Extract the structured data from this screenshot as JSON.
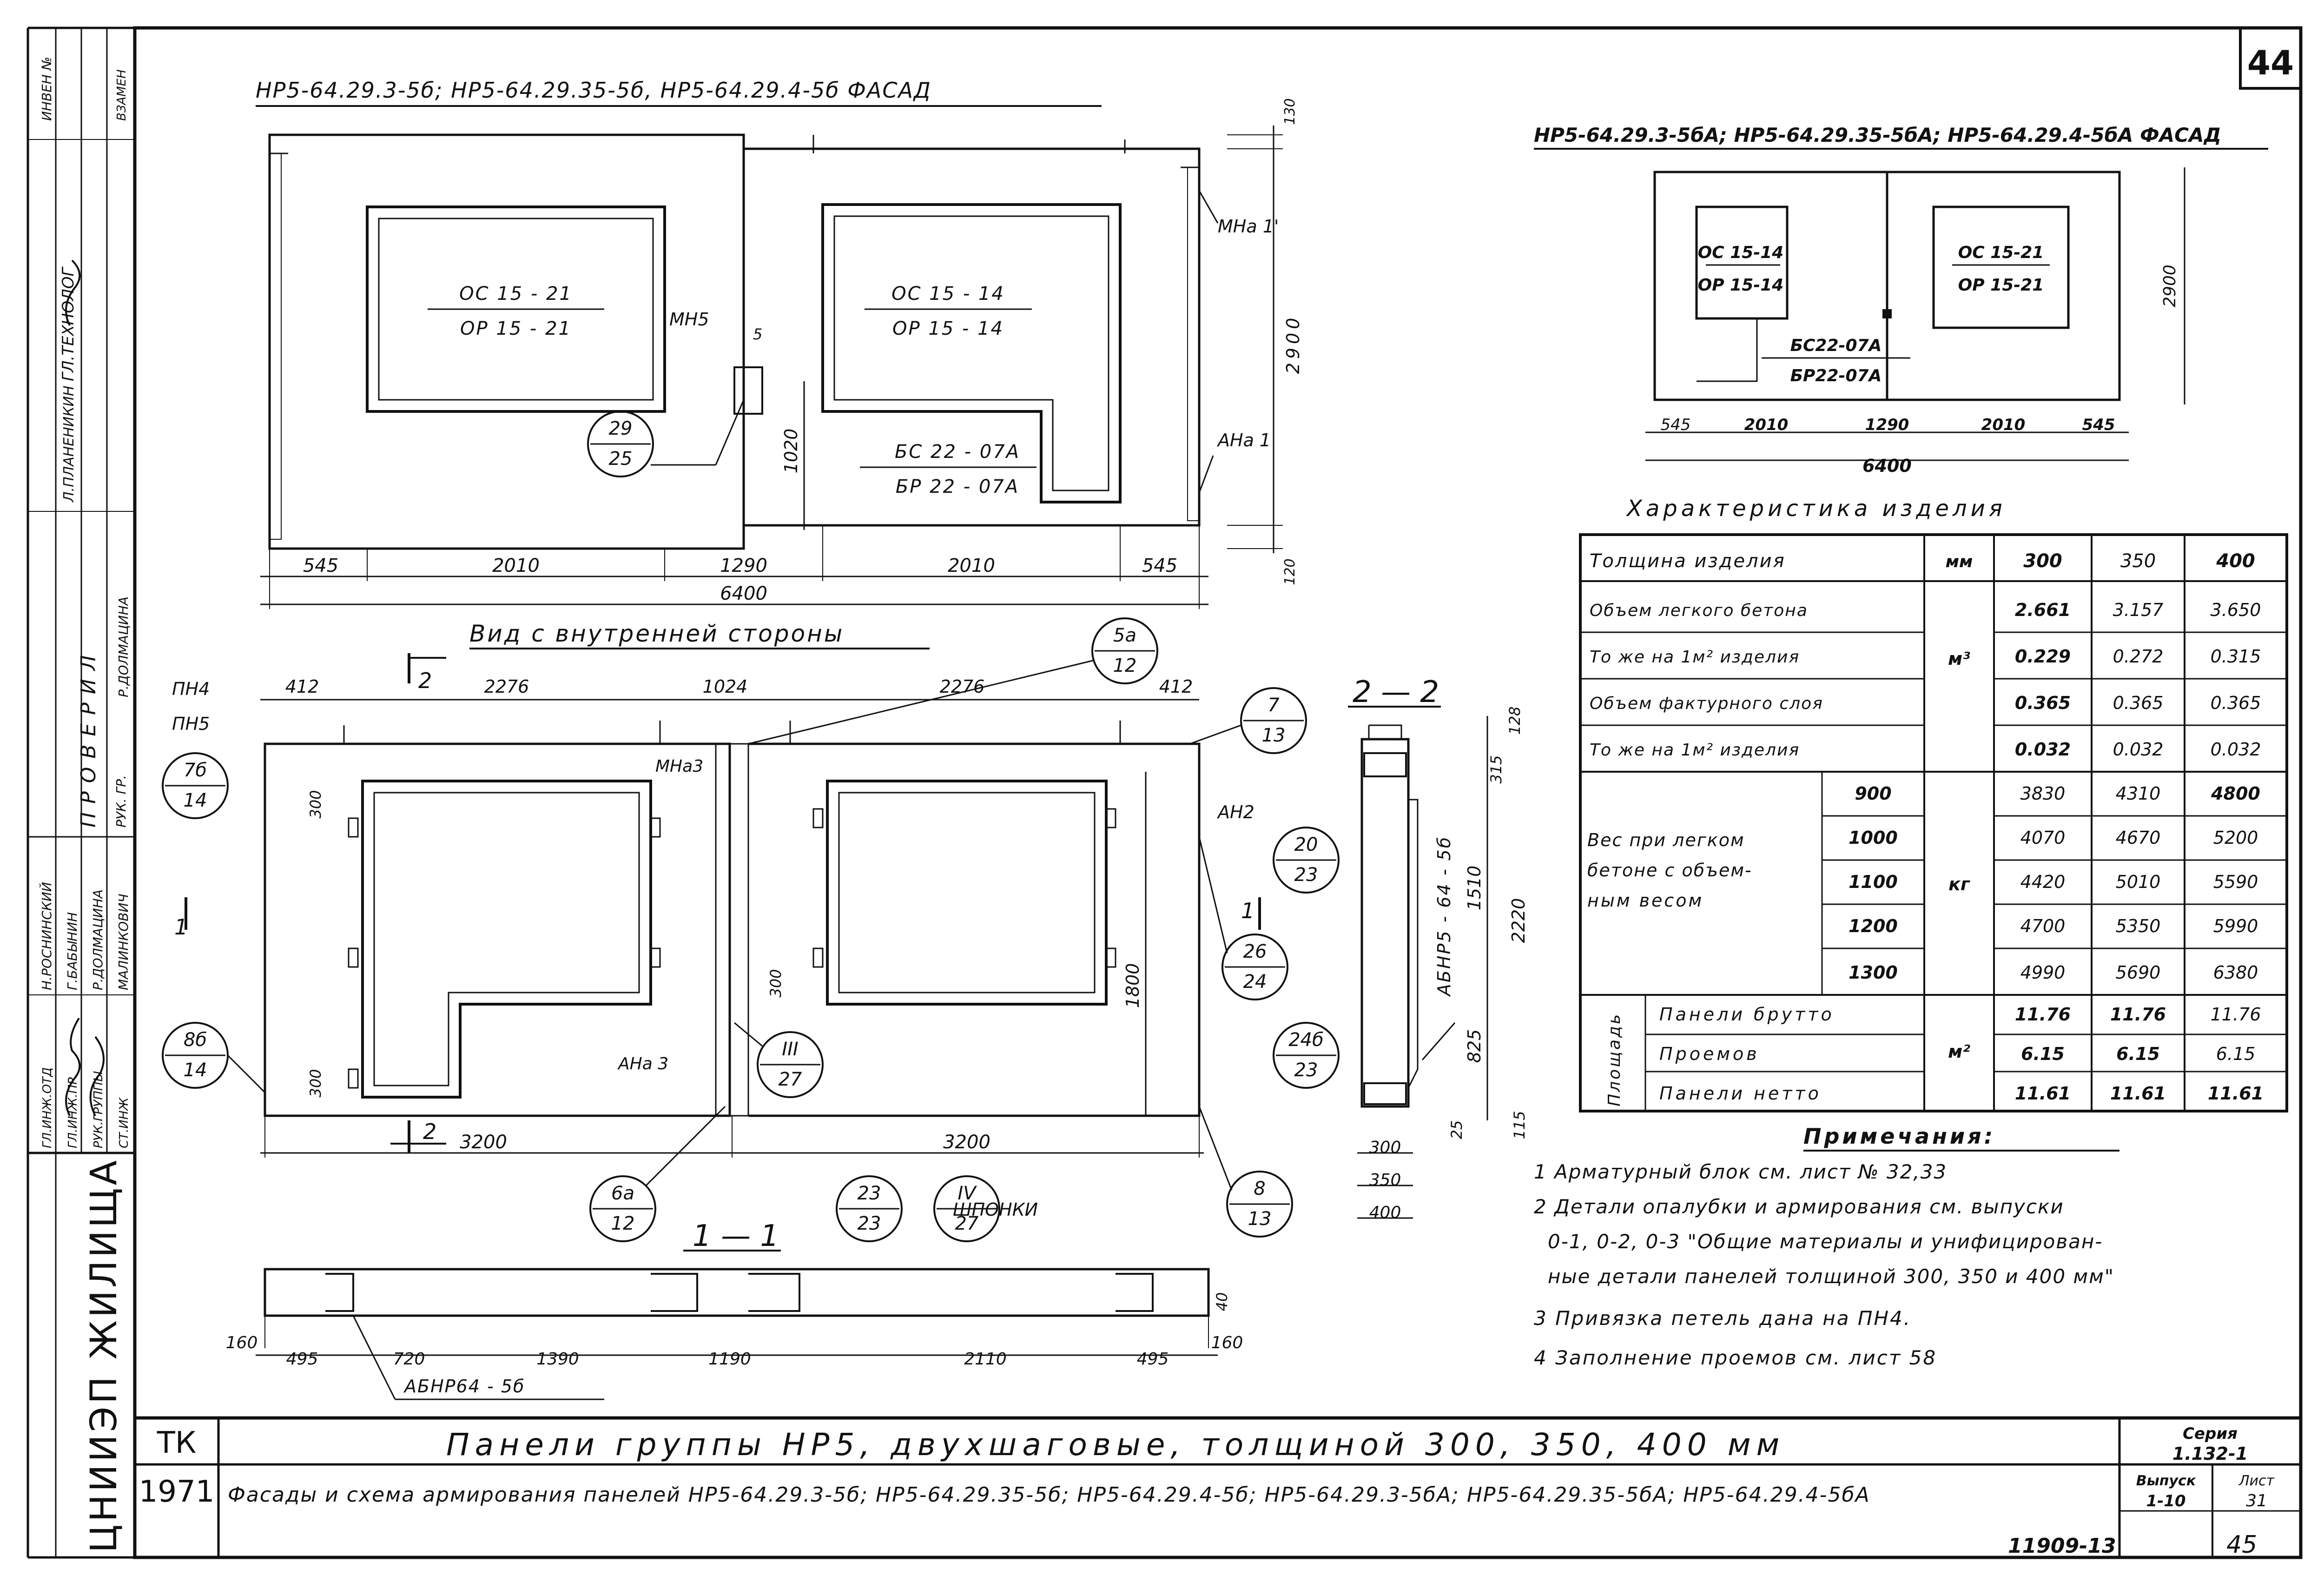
{
  "sheet_number": "44",
  "page_number": "45",
  "stamp_code": "11909-13",
  "facade_a": {
    "title": "НР5-64.29.3-5б; НР5-64.29.35-5б, НР5-64.29.4-5б  ФАСАД",
    "window_left": [
      "ОС 15 - 21",
      "ОР 15 - 21"
    ],
    "window_right": [
      "ОС 15 - 14",
      "ОР 15 - 14"
    ],
    "door": [
      "БС 22 - 07А",
      "БР 22 - 07А"
    ],
    "mark_mn5": "МН5",
    "mark_mn5_dim": "5",
    "mark_mna1": "МНа 1'",
    "mark_ana1": "АНа 1",
    "callout": [
      "29",
      "25"
    ],
    "dims_bottom": [
      "545",
      "2010",
      "1290",
      "2010",
      "545"
    ],
    "dim_total": "6400",
    "dim_height": "2900",
    "dim_door": "1020",
    "dim_top": "130",
    "dim_bottom": "120"
  },
  "inner_view": {
    "title": "Вид с внутренней стороны",
    "dims_top": [
      "412",
      "2276",
      "1024",
      "2276",
      "412"
    ],
    "marks_left": [
      "ПН4",
      "ПН5"
    ],
    "cut_a": "2",
    "cut_b": "1",
    "callouts": [
      [
        "7б",
        "14"
      ],
      [
        "8б",
        "14"
      ],
      [
        "5а",
        "12"
      ],
      [
        "7",
        "13"
      ],
      [
        "20",
        "23"
      ],
      [
        "26",
        "24"
      ],
      [
        "III",
        "27"
      ],
      [
        "6а",
        "12"
      ],
      [
        "23",
        "23"
      ],
      [
        "IV",
        "27"
      ],
      [
        "8",
        "13"
      ]
    ],
    "mark_mna3": "МНа3",
    "mark_an2": "АН2",
    "mark_ana3": "АНа 3",
    "dim_300_a": "300",
    "dim_300_b": "300",
    "dim_300_c": "300",
    "dim_1800": "1800",
    "dims_bottom": [
      "3200",
      "3200"
    ],
    "shponki": "ШПОНКИ"
  },
  "section_11": {
    "title": "1 — 1",
    "dims": [
      "160",
      "495",
      "720",
      "1390",
      "1190",
      "2110",
      "495",
      "160"
    ],
    "dim_40": "40",
    "label": "АБНР64 - 5б"
  },
  "section_22": {
    "title": "2 — 2",
    "label": "АБНР5 - 64 - 5б",
    "dims_right": [
      "128",
      "315",
      "1510",
      "2220",
      "825",
      "115"
    ],
    "dim_25": "25",
    "thickness": [
      "300",
      "350",
      "400"
    ]
  },
  "facade_b": {
    "title": "НР5-64.29.3-5бА; НР5-64.29.35-5бА; НР5-64.29.4-5бА  ФАСАД",
    "window_left": [
      "ОС 15-14",
      "ОР 15-14"
    ],
    "window_right": [
      "ОС 15-21",
      "ОР 15-21"
    ],
    "door": [
      "БС22-07А",
      "БР22-07А"
    ],
    "dims_bottom": [
      "545",
      "2010",
      "1290",
      "2010",
      "545"
    ],
    "dim_total": "6400",
    "dim_height": "2900"
  },
  "characteristics": {
    "title": "Характеристика изделия",
    "header": [
      "Толщина изделия",
      "мм",
      "300",
      "350",
      "400"
    ],
    "rows": [
      {
        "label": "Объем легкого бетона",
        "v": [
          "2.661",
          "3.157",
          "3.650"
        ]
      },
      {
        "label": "То же на 1м² изделия",
        "v": [
          "0.229",
          "0.272",
          "0.315"
        ]
      },
      {
        "label": "Объем фактурного слоя",
        "v": [
          "0.365",
          "0.365",
          "0.365"
        ]
      },
      {
        "label": "То же на 1м² изделия",
        "v": [
          "0.032",
          "0.032",
          "0.032"
        ]
      }
    ],
    "unit_m3": "м³",
    "weight_label": [
      "Вес при легком",
      "бетоне с объем-",
      "ным весом"
    ],
    "unit_kg": "кг",
    "weights": [
      {
        "density": "900",
        "v": [
          "3830",
          "4310",
          "4800"
        ]
      },
      {
        "density": "1000",
        "v": [
          "4070",
          "4670",
          "5200"
        ]
      },
      {
        "density": "1100",
        "v": [
          "4420",
          "5010",
          "5590"
        ]
      },
      {
        "density": "1200",
        "v": [
          "4700",
          "5350",
          "5990"
        ]
      },
      {
        "density": "1300",
        "v": [
          "4990",
          "5690",
          "6380"
        ]
      }
    ],
    "area_label": "Площадь",
    "unit_m2": "м²",
    "areas": [
      {
        "label": "Панели брутто",
        "v": [
          "11.76",
          "11.76",
          "11.76"
        ]
      },
      {
        "label": "Проемов",
        "v": [
          "6.15",
          "6.15",
          "6.15"
        ]
      },
      {
        "label": "Панели нетто",
        "v": [
          "11.61",
          "11.61",
          "11.61"
        ]
      }
    ]
  },
  "notes": {
    "title": "Примечания:",
    "items": [
      "1 Арматурный блок см. лист № 32,33",
      "2 Детали опалубки и армирования см. выпуски",
      "0-1, 0-2, 0-3 \"Общие материалы и унифицирован-",
      "ные детали панелей толщиной 300, 350 и 400 мм\"",
      "3 Привязка петель дана на ПН4.",
      "4 Заполнение проемов см. лист 58"
    ]
  },
  "left_stamp": {
    "roles": [
      "ГЛ.ТЕХНОЛОГ",
      "Л.ПЛАНЕНИКИН",
      "ПРОВЕРИЛ",
      "РУК. ГР.",
      "ГЛ.ИНЖ.ОТД",
      "ГЛ.ИНЖ.ПР.",
      "РУК.ГРУППЫ",
      "СТ.ИНЖ"
    ],
    "names": [
      "Н.РОСНИНСКИЙ",
      "Г.БАБЫНИН",
      "Р.ДОЛМАЦИНА",
      "МАЛИНКОВИЧ",
      "Р.ДОЛМАЦИНА"
    ],
    "replace": "ВЗАМЕН",
    "inv": "ИНВЕН №",
    "org": "ЦНИИЭП ЖИЛИЩА"
  },
  "title_block": {
    "tk": "ТК",
    "year": "1971",
    "title1": "Панели группы НР5, двухшаговые, толщиной 300, 350, 400 мм",
    "title2": "Фасады и схема армирования панелей НР5-64.29.3-5б; НР5-64.29.35-5б; НР5-64.29.4-5б; НР5-64.29.3-5бА; НР5-64.29.35-5бА; НР5-64.29.4-5бА",
    "series_label": "Серия",
    "series": "1.132-1",
    "issue_label": "Выпуск",
    "issue": "1-10",
    "sheet_label": "Лист",
    "sheet": "31"
  }
}
